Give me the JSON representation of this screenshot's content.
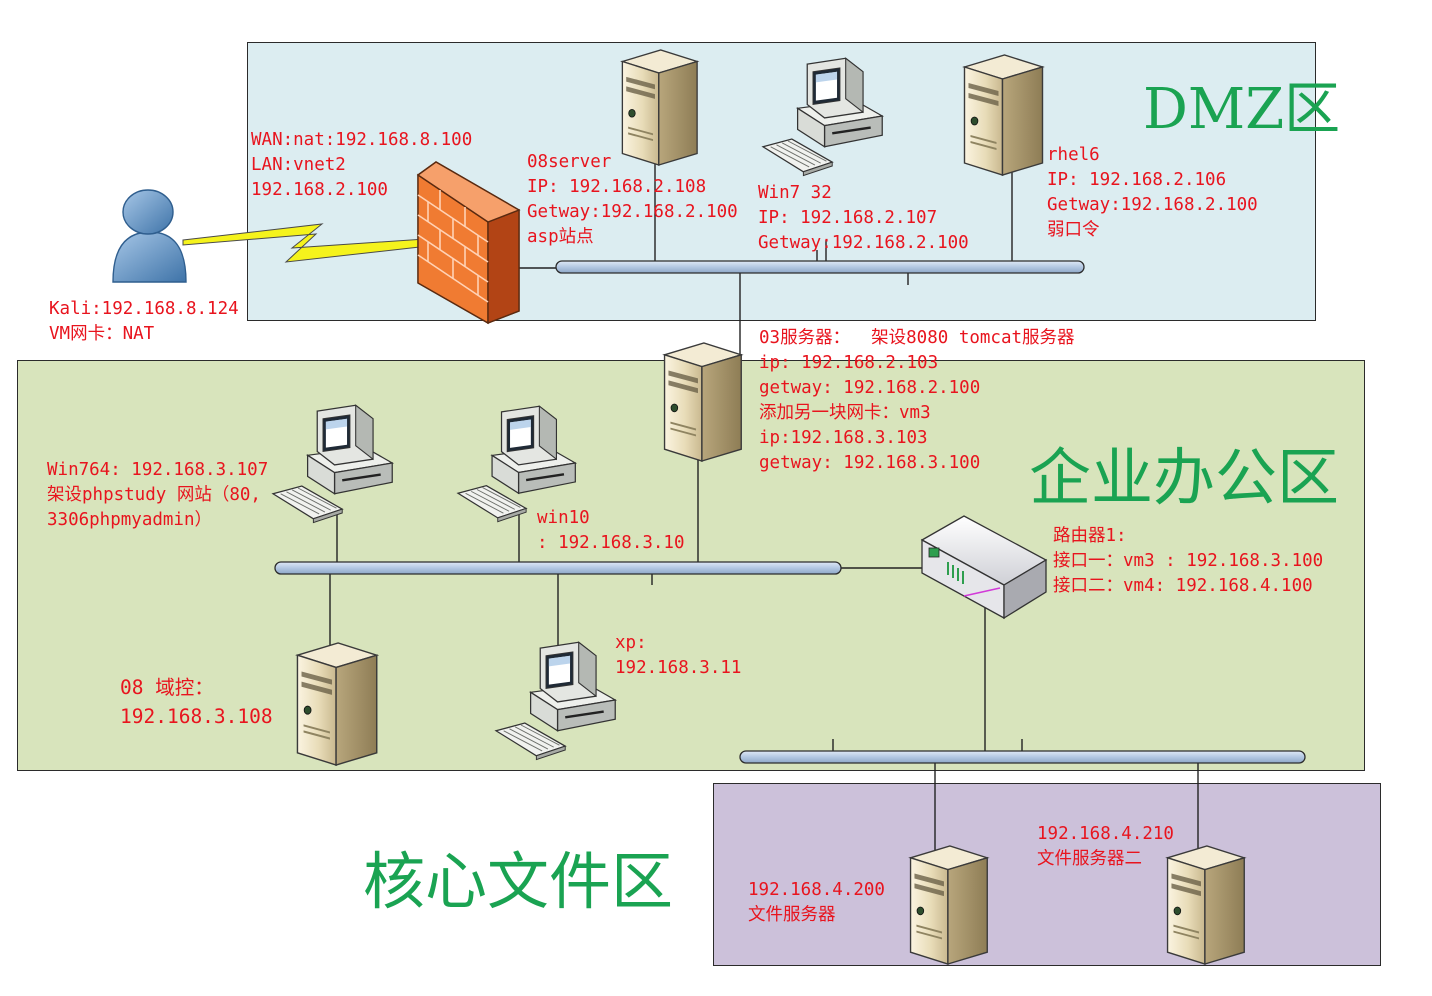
{
  "zones": {
    "dmz": {
      "title": "DMZ区",
      "fill": "#dcedf1"
    },
    "office": {
      "title": "企业办公区",
      "fill": "#d8e4bc"
    },
    "core": {
      "title": "核心文件区",
      "fill": "#ccc1da"
    }
  },
  "colors": {
    "label_text": "#e8141e",
    "zone_title": "#1aa352",
    "network_bus": "#b9cde5",
    "firewall": "#f07b32",
    "lightning": "#f5f31c",
    "attacker": "#5b8ec1"
  },
  "icons": [
    "user-icon",
    "firewall-icon",
    "server-icon",
    "workstation-icon",
    "router-icon",
    "lightning-link-icon"
  ],
  "nodes": {
    "attacker": {
      "lines": [
        "Kali:192.168.8.124",
        "VM网卡：NAT"
      ]
    },
    "firewall": {
      "lines": [
        "WAN:nat:192.168.8.100",
        "LAN:vnet2",
        "192.168.2.100"
      ]
    },
    "s08server": {
      "lines": [
        "08server",
        "IP: 192.168.2.108",
        "Getway:192.168.2.100",
        "asp站点"
      ]
    },
    "win7": {
      "lines": [
        "Win7 32",
        "IP: 192.168.2.107",
        "Getway:192.168.2.100"
      ]
    },
    "rhel6": {
      "lines": [
        "rhel6",
        "IP: 192.168.2.106",
        "Getway:192.168.2.100",
        "弱口令"
      ]
    },
    "s03server": {
      "lines": [
        "03服务器：  架设8080 tomcat服务器",
        "ip: 192.168.2.103",
        "getway: 192.168.2.100",
        "添加另一块网卡：vm3",
        "ip:192.168.3.103",
        "getway: 192.168.3.100"
      ]
    },
    "win764": {
      "lines": [
        "Win764: 192.168.3.107",
        "架设phpstudy 网站（80,",
        "3306phpmyadmin）"
      ]
    },
    "win10": {
      "lines": [
        "win10",
        ": 192.168.3.10"
      ]
    },
    "router1": {
      "lines": [
        "路由器1:",
        "接口一：vm3 : 192.168.3.100",
        "接口二：vm4: 192.168.4.100"
      ]
    },
    "dc08": {
      "lines": [
        "08 域控：",
        "192.168.3.108"
      ]
    },
    "xp": {
      "lines": [
        "xp:",
        "192.168.3.11"
      ]
    },
    "fs1": {
      "lines": [
        "192.168.4.200",
        "文件服务器"
      ]
    },
    "fs2": {
      "lines": [
        "192.168.4.210",
        "文件服务器二"
      ]
    }
  }
}
